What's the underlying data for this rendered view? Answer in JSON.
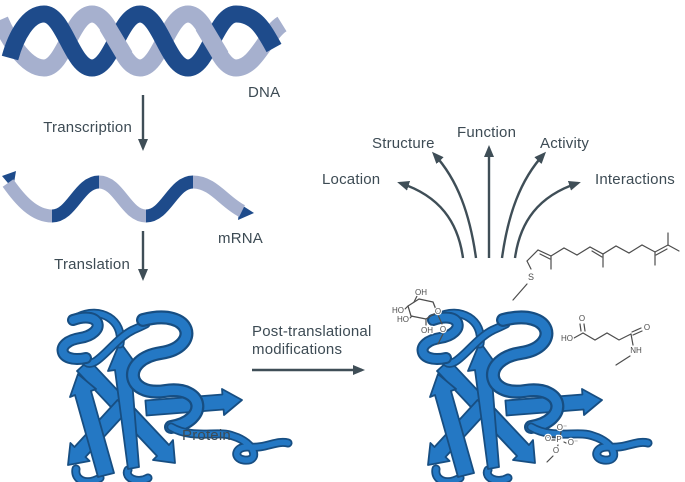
{
  "figure": {
    "labels": {
      "dna": "DNA",
      "transcription": "Transcription",
      "mrna": "mRNA",
      "translation": "Translation",
      "protein": "Protein",
      "ptm_line1": "Post-translational",
      "ptm_line2": "modifications"
    },
    "outcomes": {
      "location": "Location",
      "structure": "Structure",
      "function": "Function",
      "activity": "Activity",
      "interactions": "Interactions"
    },
    "chem": {
      "farnesyl": {
        "s": "S"
      },
      "glycan": {
        "oh_top": "OH",
        "ho_upper": "HO",
        "ho_lower": "HO",
        "oh_bottom": "OH",
        "ring_o": "O",
        "link_o": "O"
      },
      "succinyl": {
        "ho": "HO",
        "o_carboxyl": "O",
        "o_amide": "O",
        "nh": "NH"
      },
      "phosphate": {
        "o_top": "O⁻",
        "o_double": "O",
        "p": "P",
        "o_right": "O⁻",
        "o_link": "O"
      }
    },
    "colors": {
      "helix_dark_blue": "#1e4b8b",
      "helix_light_blue": "#a6b0ce",
      "protein_blue": "#2478c4",
      "protein_outline": "#174e82",
      "arrow_slate": "#3f4e57",
      "label_text": "#3d4b54",
      "chemical_gray": "#4d4d4d",
      "background": "#ffffff"
    }
  }
}
